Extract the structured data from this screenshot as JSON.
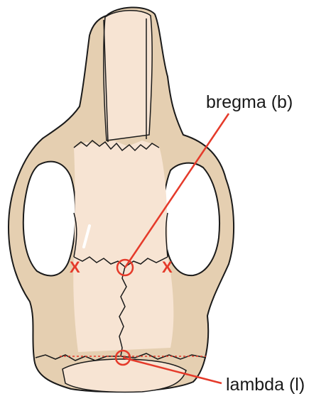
{
  "labels": {
    "bregma": "bregma (b)",
    "lambda": "lambda (l)",
    "mark_left": "X",
    "mark_right": "X"
  },
  "colors": {
    "bone_fill": "#e5cfb1",
    "bone_light": "#f7e4d3",
    "bone_stroke": "#1a1a1a",
    "marker_red": "#e53a2a"
  }
}
